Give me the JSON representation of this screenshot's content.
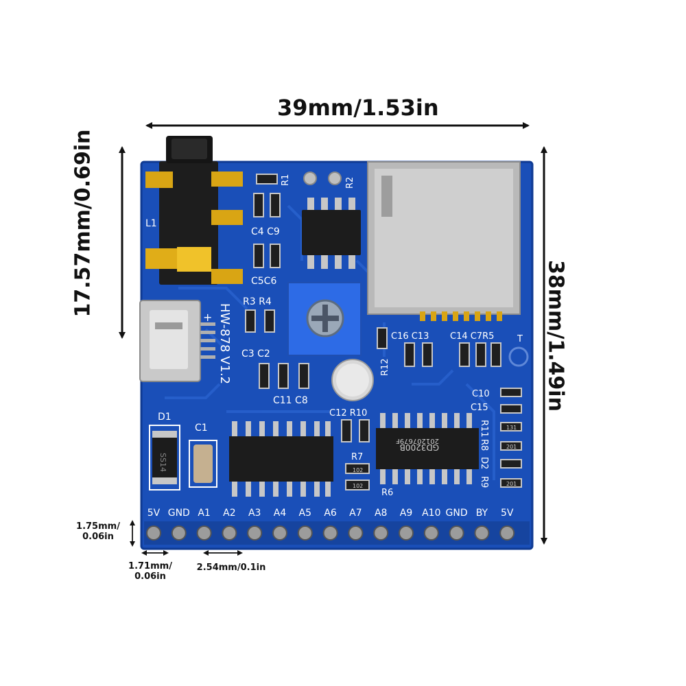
{
  "dimensions": {
    "width": "39mm/1.53in",
    "height_right": "38mm/1.49in",
    "jack_height": "17.57mm/0.69in",
    "pin_offset_v_line1": "1.75mm/",
    "pin_offset_v_line2": "0.06in",
    "pin_offset_h_line1": "1.71mm/",
    "pin_offset_h_line2": "0.06in",
    "pin_pitch": "2.54mm/0.1in"
  },
  "board": {
    "model": "HW-878 V1.2",
    "pins": [
      "5V",
      "GND",
      "A1",
      "A2",
      "A3",
      "A4",
      "A5",
      "A6",
      "A7",
      "A8",
      "A9",
      "A10",
      "GND",
      "BY",
      "5V"
    ],
    "chip_main": [
      "GD3200B",
      "201207679F"
    ],
    "silk_labels": {
      "r1": "R1",
      "r2": "R2",
      "l1": "L1",
      "c4c9": "C4 C9",
      "c5c6": "C5C6",
      "r3r4": "R3 R4",
      "c3c2": "C3 C2",
      "c11c8": "C11 C8",
      "d1": "D1",
      "c1": "C1",
      "c16c13": "C16 C13",
      "c14c7r5": "C14 C7R5",
      "t": "T",
      "r12": "R12",
      "c12r10": "C12 R10",
      "c10": "C10",
      "c15": "C15",
      "r11": "R11",
      "r8": "R8",
      "d2": "D2",
      "r9": "R9",
      "r7": "R7",
      "r6": "R6",
      "plus": "+",
      "diode_code": "SS14",
      "res_a": "102",
      "res_b": "102",
      "res_c": "131",
      "res_d": "201",
      "res_e": "201"
    },
    "colors": {
      "pcb": "#1a4fb8",
      "pcb_edge": "#0f3a92",
      "gold": "#d9a514",
      "pot": "#2d6be6",
      "silver": "#c9c9c9"
    }
  }
}
